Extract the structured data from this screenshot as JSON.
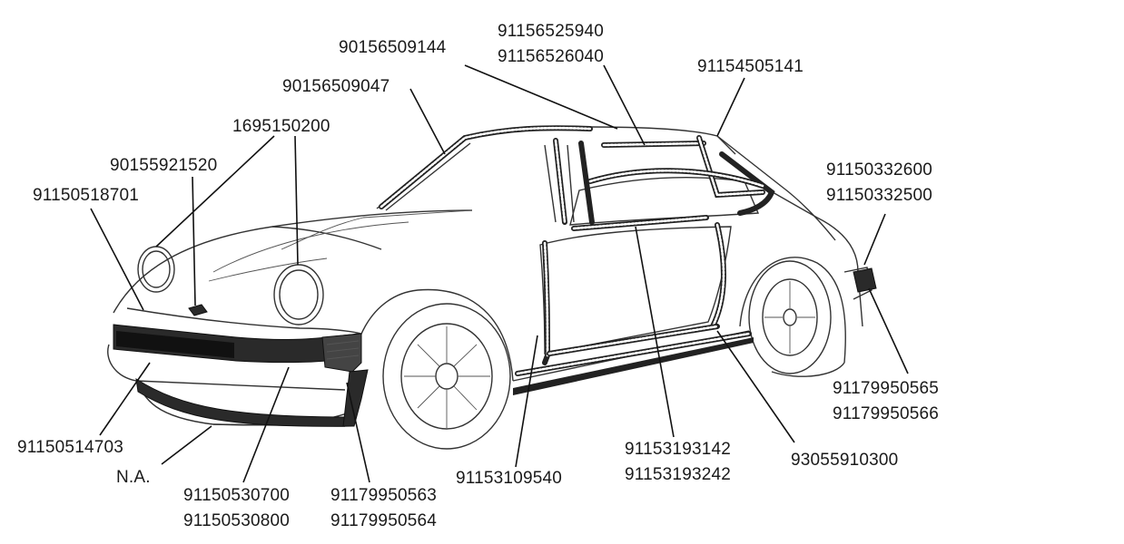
{
  "labels": {
    "p1": "90156509144",
    "p2a": "91156525940",
    "p2b": "91156526040",
    "p3": "91154505141",
    "p4": "90156509047",
    "p5": "1695150200",
    "p6": "90155921520",
    "p7": "91150518701",
    "p8a": "91150332600",
    "p8b": "91150332500",
    "p9a": "91179950565",
    "p9b": "91179950566",
    "p10": "91150514703",
    "p11": "N.A.",
    "p12a": "91150530700",
    "p12b": "91150530800",
    "p13a": "91179950563",
    "p13b": "91179950564",
    "p14": "91153109540",
    "p15a": "91153193142",
    "p15b": "91153193242",
    "p16": "93055910300"
  }
}
